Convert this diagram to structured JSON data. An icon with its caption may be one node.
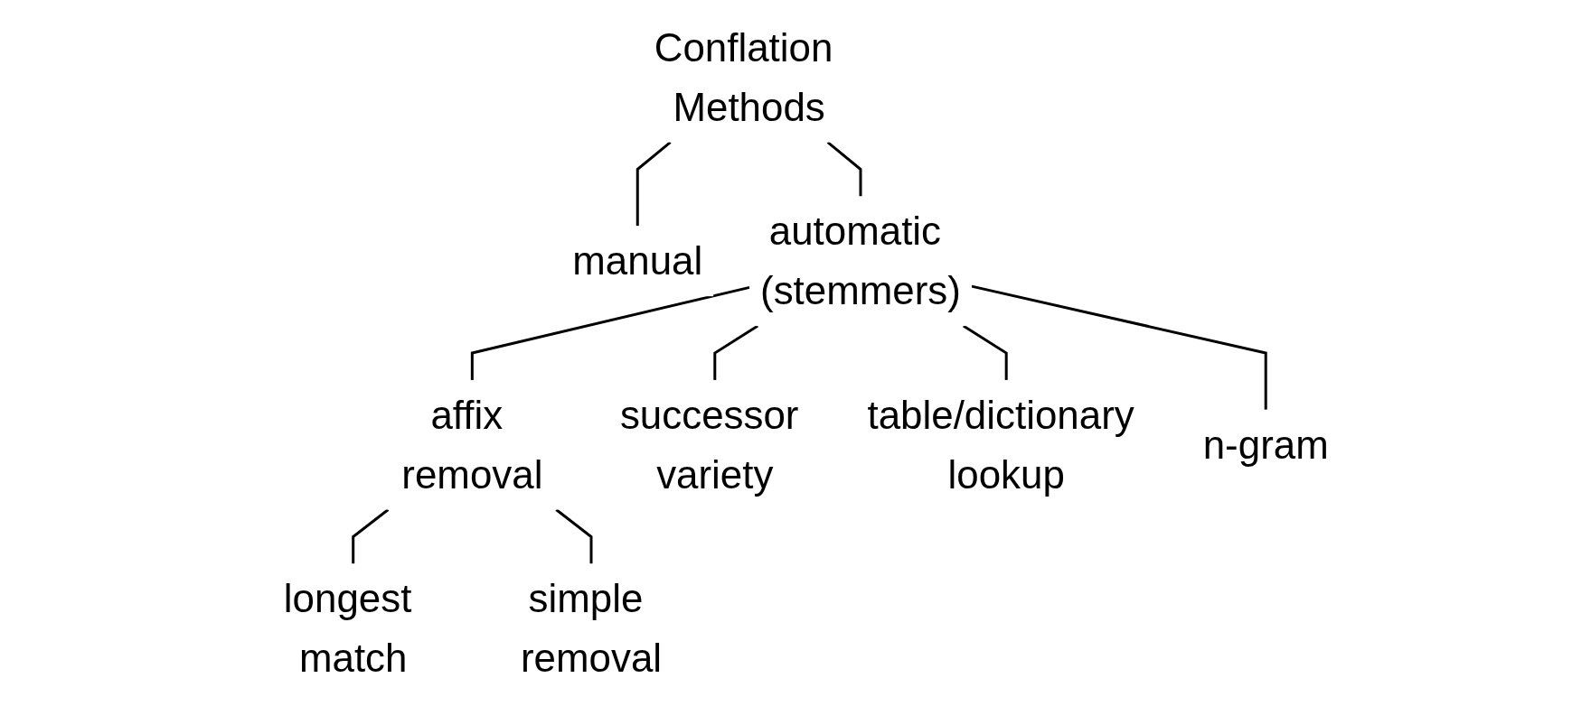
{
  "diagram": {
    "nodes": [
      {
        "text": [
          "Conflation Methods"
        ]
      },
      {
        "text": [
          "manual"
        ]
      },
      {
        "text": [
          "automatic (stemmers)"
        ]
      },
      {
        "text": [
          "affix removal"
        ]
      },
      {
        "text": [
          "successor variety"
        ]
      },
      {
        "text": [
          "table/dictionary lookup"
        ]
      },
      {
        "text": [
          "n-gram"
        ]
      },
      {
        "text": [
          "longest match"
        ]
      },
      {
        "text": [
          "simple removal"
        ]
      }
    ],
    "edges": [
      {
        "from": 0,
        "to": 1,
        "arrow": "none"
      },
      {
        "from": 0,
        "to": 2,
        "arrow": "none"
      },
      {
        "from": 2,
        "to": 3,
        "arrow": "none"
      },
      {
        "from": 2,
        "to": 4,
        "arrow": "none"
      },
      {
        "from": 2,
        "to": 5,
        "arrow": "none"
      },
      {
        "from": 2,
        "to": 6,
        "arrow": "none"
      },
      {
        "from": 3,
        "to": 7,
        "arrow": "none"
      },
      {
        "from": 3,
        "to": 8,
        "arrow": "none"
      }
    ]
  }
}
